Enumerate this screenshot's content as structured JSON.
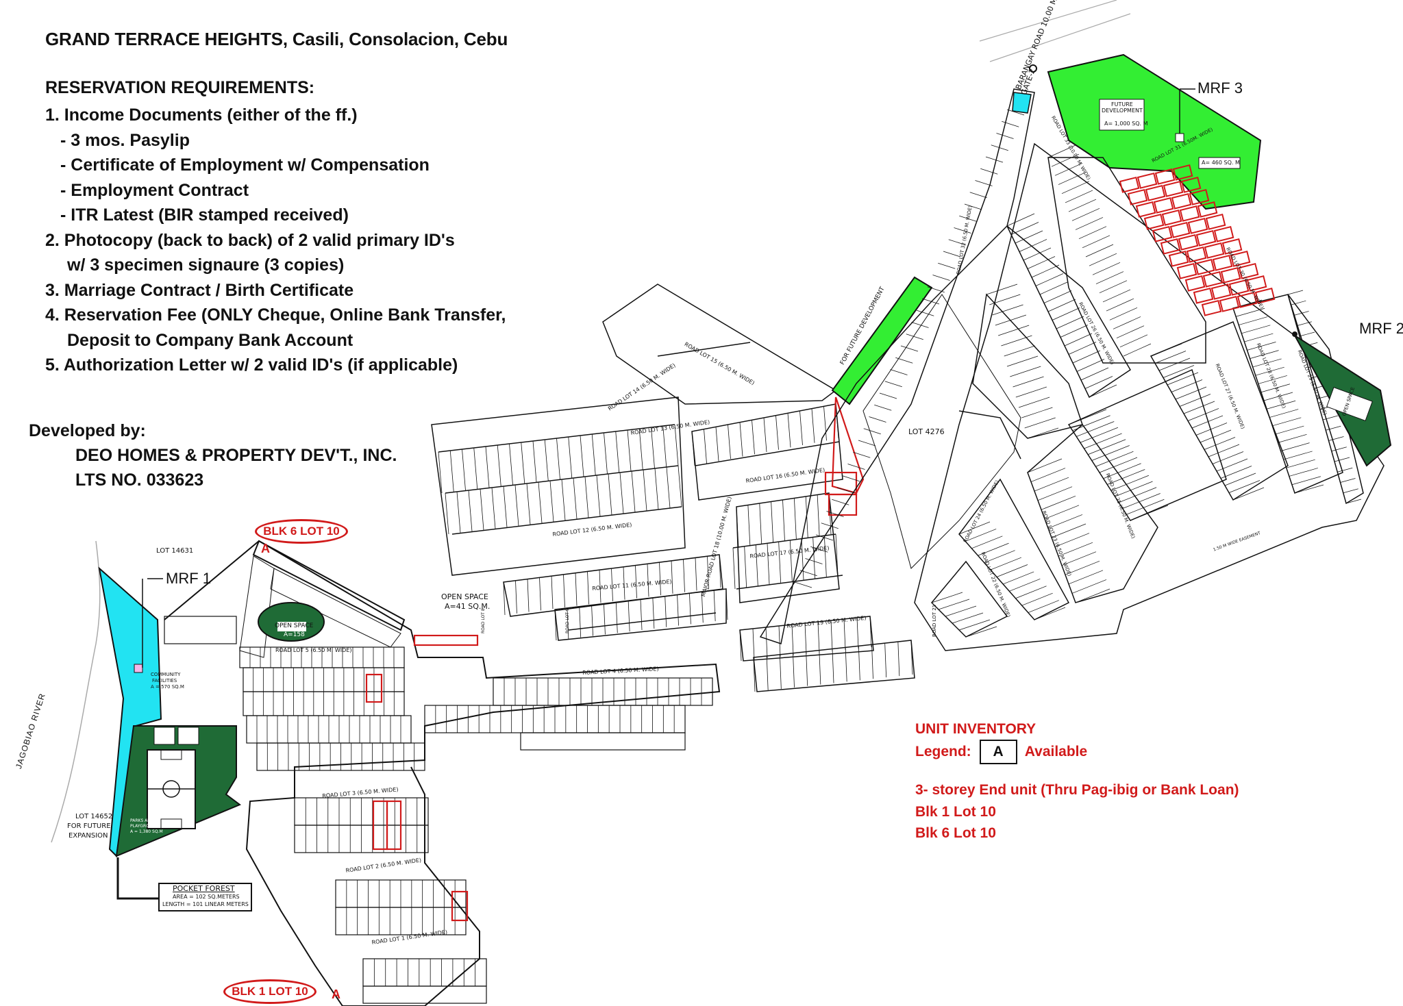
{
  "header": {
    "title": "GRAND TERRACE HEIGHTS, Casili, Consolacion, Cebu",
    "requirements_title": "RESERVATION REQUIREMENTS:",
    "requirements": [
      "1.  Income Documents (either of the ff.)",
      "  -  3 mos. Pasylip",
      "  -  Certificate of Employment w/ Compensation",
      "  -  Employment Contract",
      "  - ITR Latest (BIR stamped received)",
      "2.  Photocopy (back to back) of 2 valid primary ID's",
      "    w/ 3 specimen signaure (3 copies)",
      "3.  Marriage Contract / Birth Certificate",
      "4.  Reservation Fee (ONLY Cheque, Online Bank Transfer,",
      "    Deposit to Company Bank Account",
      "5.  Authorization Letter w/ 2 valid ID's (if applicable)"
    ],
    "developed_by": "Developed by:",
    "developer": "DEO HOMES & PROPERTY DEV'T., INC.",
    "lts": "LTS NO.  033623"
  },
  "inventory": {
    "title": "UNIT INVENTORY",
    "legend_label": "Legend:",
    "legend_symbol": "A",
    "legend_text": "Available",
    "end_unit": "3- storey End unit (Thru Pag-ibig or Bank Loan)",
    "unit1": "Blk 1 Lot 10",
    "unit2": "Blk 6 Lot 10"
  },
  "callouts": {
    "blk6": "BLK 6 LOT 10",
    "blk1": "BLK 1 LOT 10",
    "marker": "A"
  },
  "labels": {
    "mrf1": "MRF 1",
    "mrf2": "MRF 2",
    "mrf3": "MRF 3",
    "river": "JAGOBIAO RIVER",
    "lot14631": "LOT 14631",
    "lot4276": "LOT 4276",
    "lot14652": "LOT 14652",
    "future_exp_1": "FOR FUTURE",
    "future_exp_2": "EXPANSION",
    "pocket_forest": "POCKET FOREST",
    "pf_area": "AREA = 102 SQ.METERS",
    "pf_length": "LENGTH = 101 LINEAR METERS",
    "open_space_small": "OPEN SPACE",
    "open_space_small_area": "A=41 SQ.M.",
    "open_space_1": "OPEN SPACE",
    "open_space_1_area": "A=158",
    "community_1": "COMMUNITY",
    "community_2": "FACILITIES",
    "community_area": "A = 570 SQ.M",
    "parks_1": "PARKS AND",
    "parks_2": "PLAYGROUND",
    "parks_area": "A = 1,380 SQ.M",
    "future_dev_1": "FUTURE",
    "future_dev_2": "DEVELOPMENT",
    "future_dev_area": "A= 1,000 SQ. M",
    "mrf3_area": "A= 460 SQ. M",
    "for_future_dev": "FOR FUTURE DEVELOPMENT",
    "barangay_road": "BARANGAY ROAD 10.00 M. WIDE",
    "gate2": "GATE-2",
    "major_road": "MAJOR ROAD LOT 18 (10.00 M. WIDE)",
    "open_space_mrf2": "OPEN SPACE",
    "easement": "1.50 M WIDE EASEMENT"
  },
  "roads": [
    "ROAD LOT 1 (6.50 M. WIDE)",
    "ROAD LOT 2 (6.50 M. WIDE)",
    "ROAD LOT 3 (6.50 M. WIDE)",
    "ROAD LOT 4 (6.50 M. WIDE)",
    "ROAD LOT 5 (6.50 M. WIDE)",
    "ROAD LOT 11 (6.50 M. WIDE)",
    "ROAD LOT 12 (6.50 M. WIDE)",
    "ROAD LOT 13 (6.50 M. WIDE)",
    "ROAD LOT 14 (6.50 M. WIDE)",
    "ROAD LOT 15 (6.50 M. WIDE)",
    "ROAD LOT 16 (6.50 M. WIDE)",
    "ROAD LOT 17 (6.50 M. WIDE)",
    "ROAD LOT 19 (6.50 M. WIDE)",
    "ROAD LOT 21",
    "ROAD LOT 22 (6.50 M. WIDE)",
    "ROAD LOT 23 (6.50 M. WIDE)",
    "ROAD LOT 24 (6.50 M. WIDE)",
    "ROAD LOT 25 (6.50 M. WIDE)",
    "ROAD LOT 26 (6.50 M. WIDE)",
    "ROAD LOT 27 (6.50 M. WIDE)",
    "ROAD LOT 28 (6.50 M. WIDE)",
    "ROAD LOT 29 (6.50 M. WIDE)",
    "ROAD LOT 30 (6.50 M. WIDE)",
    "ROAD LOT 31 (6.50M. WIDE)",
    "ROAD LOT 32 (6.50 M. WIDE)",
    "ROAD LOT 33 (10.00 M. WIDE)",
    "ROAD LOT 9",
    "ROAD LOT 8"
  ],
  "colors": {
    "cyan": "#22e3f2",
    "light_green": "#33ee33",
    "dark_green": "#1f6b36",
    "red": "#d11a1a",
    "line": "#111111"
  }
}
